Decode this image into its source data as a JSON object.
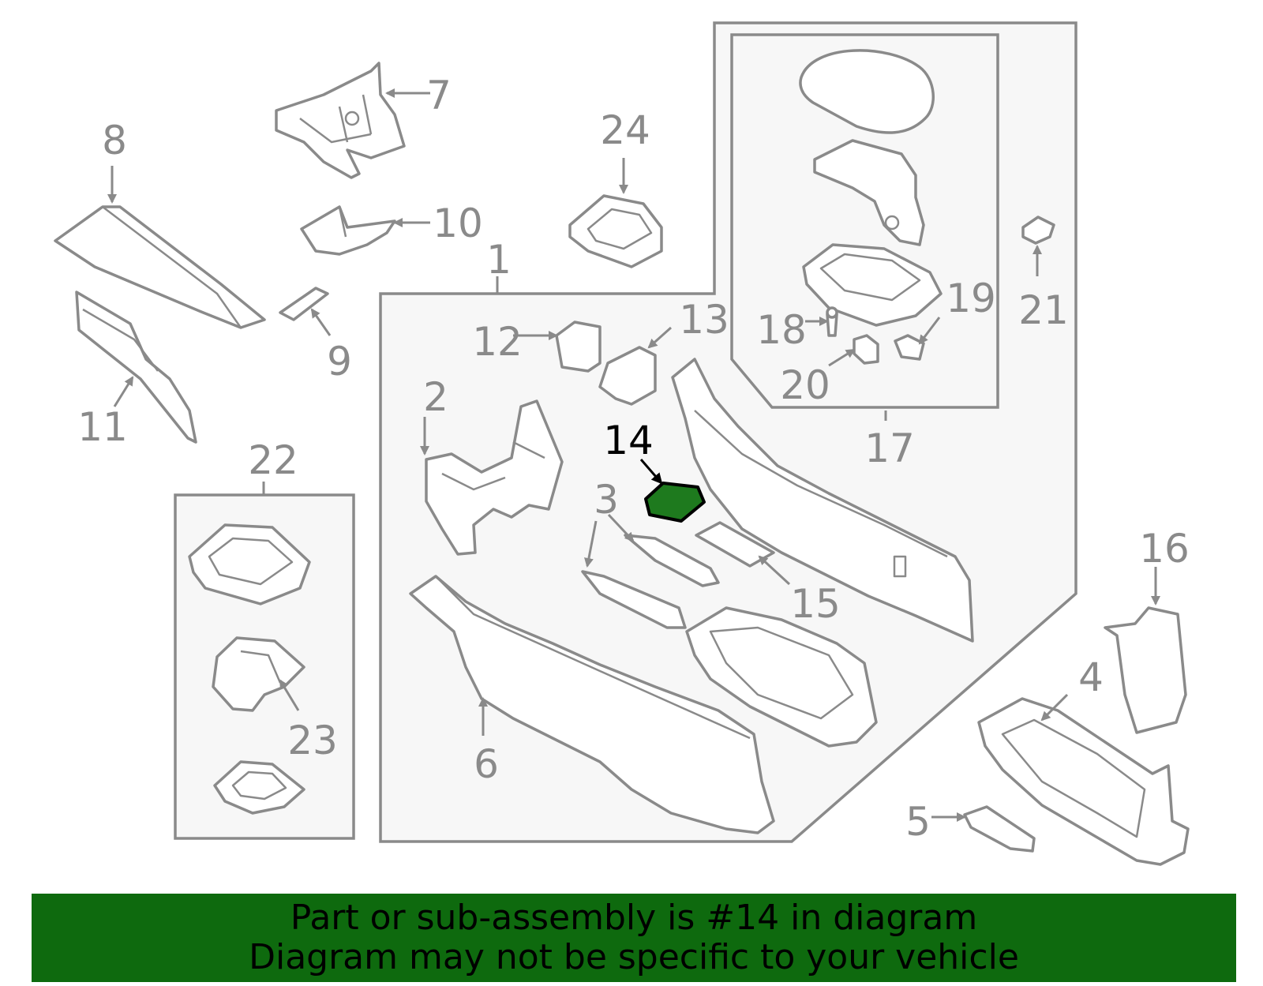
{
  "highlight": {
    "part_number": "14",
    "color": "#1e7a1e"
  },
  "colors": {
    "line": "#8a8a8a",
    "box_fill": "#f7f7f7",
    "banner": "#0e6a0e"
  },
  "callouts": {
    "c1": "1",
    "c2": "2",
    "c3": "3",
    "c4": "4",
    "c5": "5",
    "c6": "6",
    "c7": "7",
    "c8": "8",
    "c9": "9",
    "c10": "10",
    "c11": "11",
    "c12": "12",
    "c13": "13",
    "c14": "14",
    "c15": "15",
    "c16": "16",
    "c17": "17",
    "c18": "18",
    "c19": "19",
    "c20": "20",
    "c21": "21",
    "c22": "22",
    "c23": "23",
    "c24": "24"
  },
  "banner": {
    "line1": "Part or sub-assembly is #14 in diagram",
    "line2": "Diagram may not be specific to your vehicle"
  }
}
